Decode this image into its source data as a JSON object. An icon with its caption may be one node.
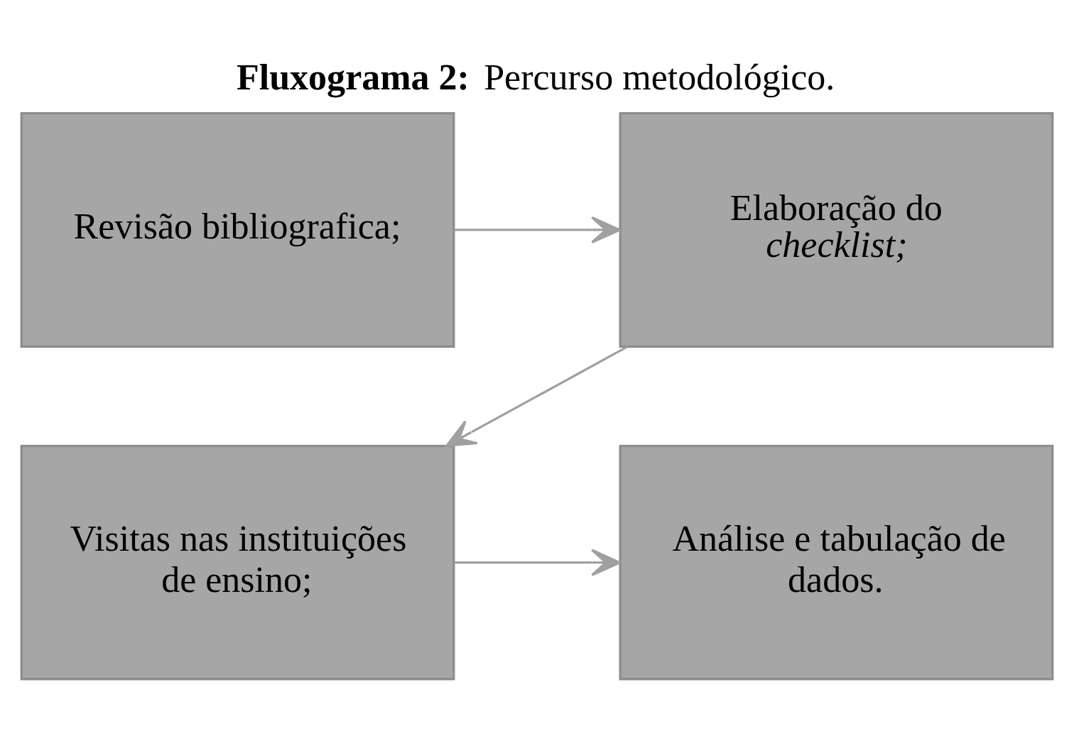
{
  "diagram": {
    "title": "**Fluxograma 2:** Percurso metodológico.",
    "nodes": [
      {
        "text": [
          "Revisão bibliografica;"
        ]
      },
      {
        "text": [
          "Elaboração do *checklist;*"
        ]
      },
      {
        "text": [
          "Visitas nas instituições de ensino;"
        ]
      },
      {
        "text": [
          "Análise e tabulação de dados."
        ]
      }
    ],
    "edges": [
      {
        "from": 0,
        "to": 1,
        "arrow": "to"
      },
      {
        "from": 1,
        "to": 2,
        "arrow": "to"
      },
      {
        "from": 2,
        "to": 3,
        "arrow": "to"
      }
    ]
  }
}
